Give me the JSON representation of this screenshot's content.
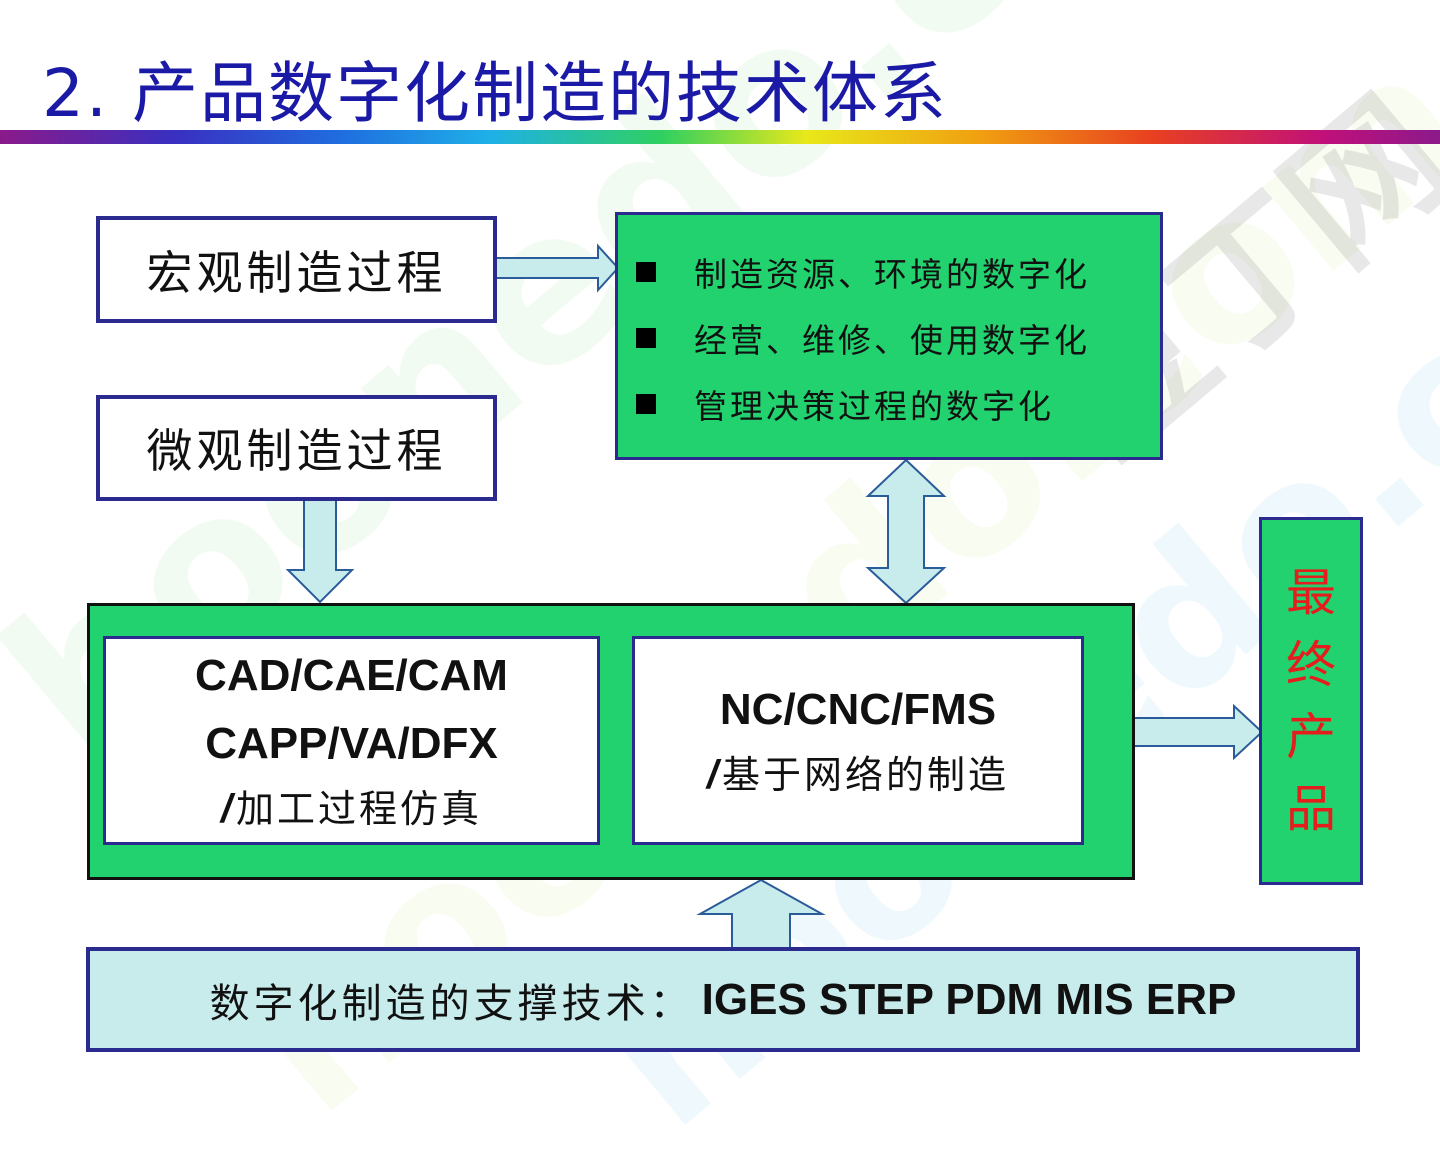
{
  "title": "2. 产品数字化制造的技术体系",
  "watermark": {
    "text_a": "hoonedo.com",
    "text_b": "hoonedo.com",
    "text_c": "hoonedo.com",
    "text_d": "豆丁网"
  },
  "diagram": {
    "macro_process": "宏观制造过程",
    "micro_process": "微观制造过程",
    "digitalization_items": [
      "制造资源、环境的数字化",
      "经营、维修、使用数字化",
      "管理决策过程的数字化"
    ],
    "cad_box": {
      "line1": "CAD/CAE/CAM",
      "line2": "CAPP/VA/DFX",
      "line3_prefix": "/",
      "line3": "加工过程仿真"
    },
    "nc_box": {
      "line1": "NC/CNC/FMS",
      "line2_prefix": "/",
      "line2": "基于网络的制造"
    },
    "final_product": [
      "最",
      "终",
      "产",
      "品"
    ],
    "support": {
      "label": "数字化制造的支撑技术：",
      "technologies": "IGES STEP PDM MIS ERP"
    }
  },
  "colors": {
    "title": "#1a1aa6",
    "green_fill": "#21d26e",
    "border": "#2b2b8f",
    "arrow_fill": "#c8ecec",
    "final_text": "#e51d1d",
    "support_fill": "#c8ecec"
  }
}
